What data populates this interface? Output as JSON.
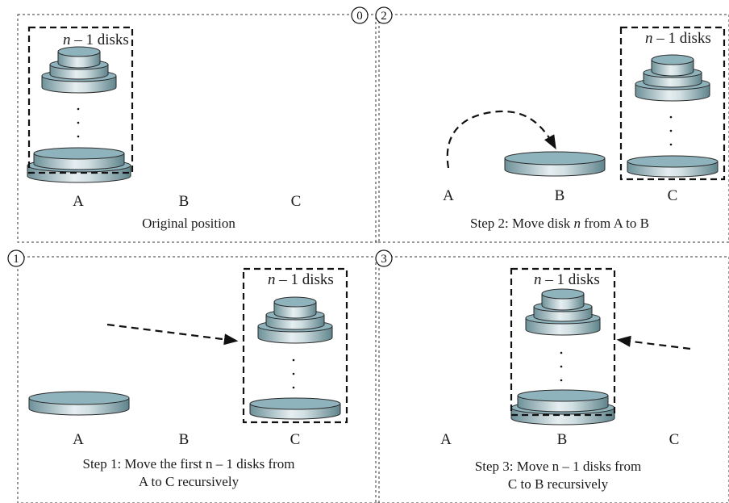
{
  "panels": {
    "p0": {
      "number": "0",
      "peg_labels": [
        "A",
        "B",
        "C"
      ],
      "caption": "Original position",
      "group_label_var": "n",
      "group_label_rest": " – 1 disks"
    },
    "p1": {
      "number": "1",
      "peg_labels": [
        "A",
        "B",
        "C"
      ],
      "caption_line1": "Step 1: Move the first n – 1 disks from",
      "caption_line2": "A to C recursively",
      "group_label_var": "n",
      "group_label_rest": " – 1 disks"
    },
    "p2": {
      "number": "2",
      "peg_labels": [
        "A",
        "B",
        "C"
      ],
      "caption_pre": "Step 2: Move disk ",
      "caption_var": "n",
      "caption_post": " from A to B",
      "group_label_var": "n",
      "group_label_rest": " – 1 disks"
    },
    "p3": {
      "number": "3",
      "peg_labels": [
        "A",
        "B",
        "C"
      ],
      "caption_line1": "Step 3: Move n – 1 disks from",
      "caption_line2": "C to B recursively",
      "group_label_var": "n",
      "group_label_rest": " – 1 disks"
    }
  },
  "vertical_dots": "·",
  "colors": {
    "disk_light": "#e6eef0",
    "disk_mid": "#a9c5cc",
    "disk_dark": "#6d9199",
    "line": "#111111"
  }
}
